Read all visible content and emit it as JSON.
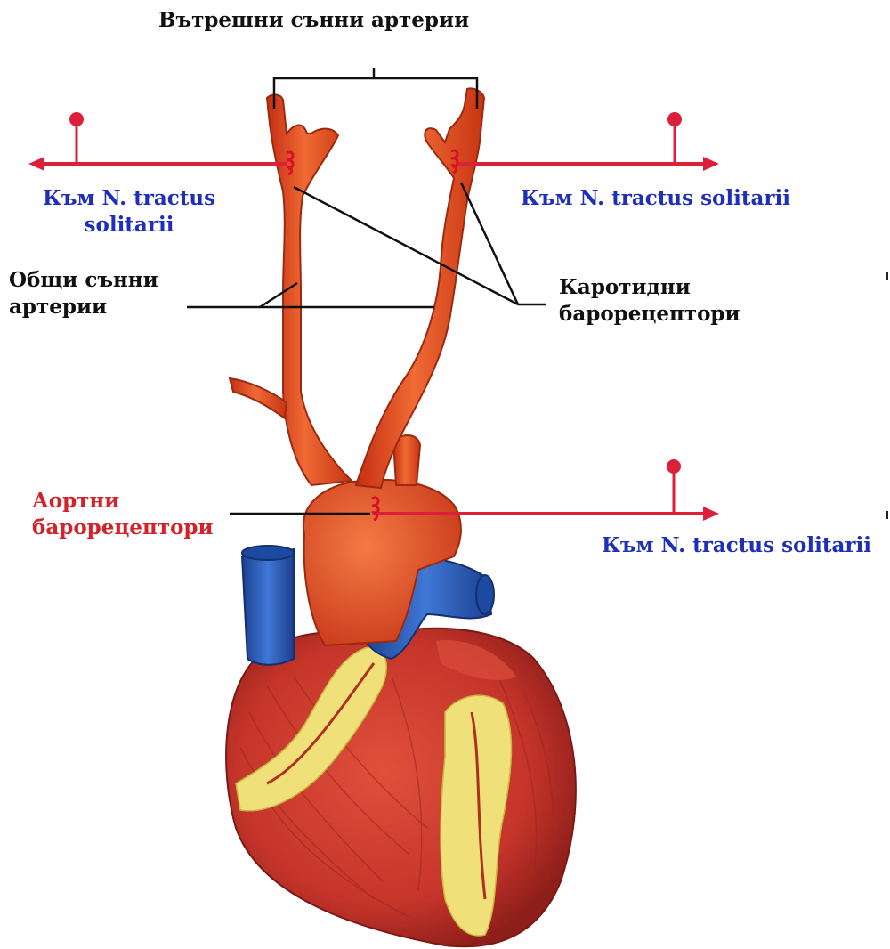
{
  "labels": {
    "internal_carotid": "Вътрешни сънни артерии",
    "left_nts_line1": "Към N. tractus",
    "left_nts_line2": "solitarii",
    "right_nts": "Към N. tractus solitarii",
    "common_carotid_line1": "Общи сънни",
    "common_carotid_line2": "артерии",
    "carotid_baro_line1": "Каротидни",
    "carotid_baro_line2": "барорецептори",
    "aortic_baro_line1": "Аортни",
    "aortic_baro_line2": "барорецептори",
    "aortic_nts": "Към N. tractus solitarii"
  },
  "colors": {
    "nerve_red": "#dc1f3a",
    "label_blue": "#1f2fb8",
    "label_red": "#d2232a",
    "artery_orange": "#e8461e",
    "vein_blue": "#2a5fc0",
    "heart_red": "#c73a2a",
    "fat_yellow": "#efe07a"
  }
}
